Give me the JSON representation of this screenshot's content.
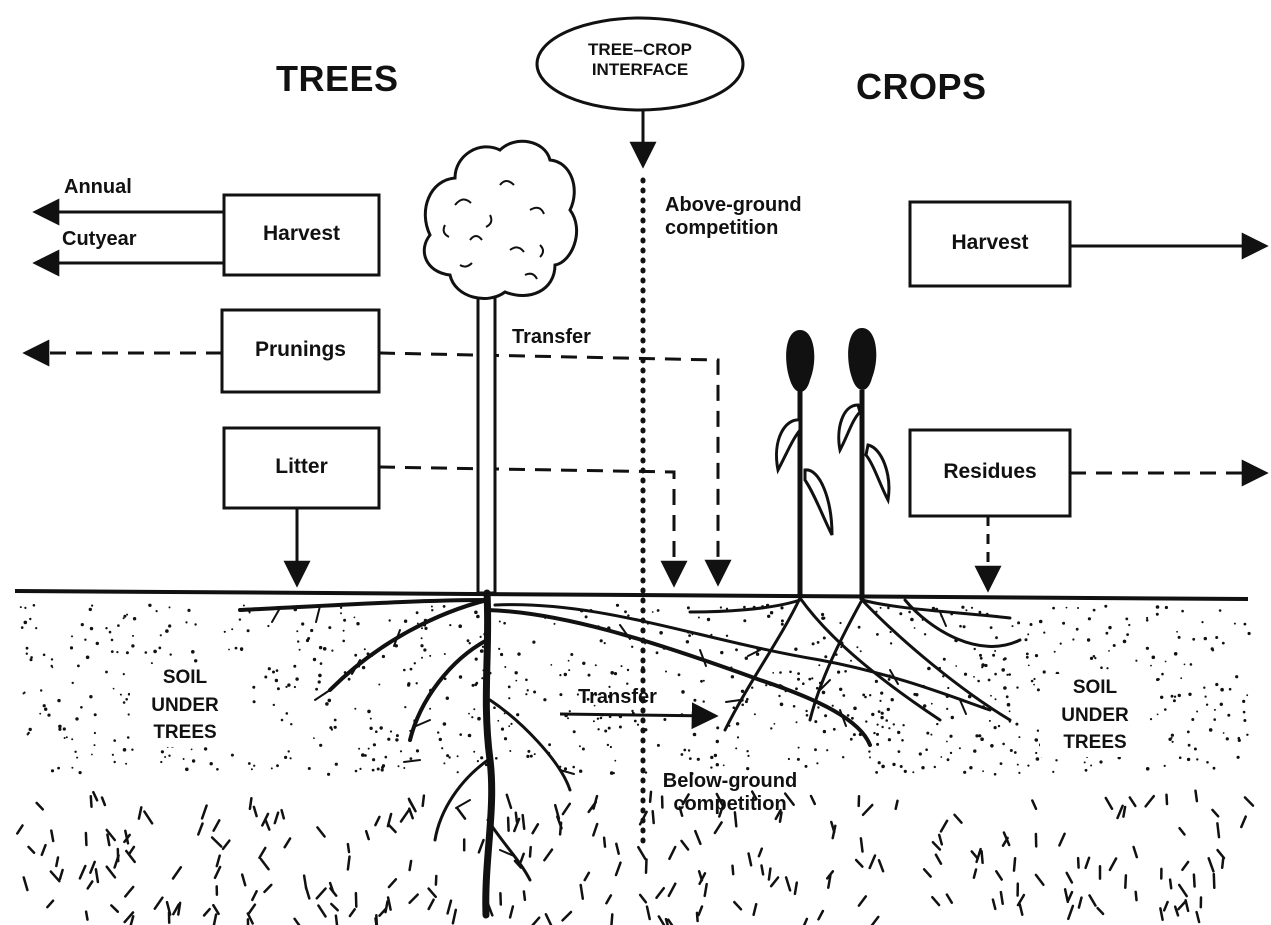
{
  "headings": {
    "trees": "TREES",
    "crops": "CROPS",
    "interface_line1": "TREE–CROP",
    "interface_line2": "INTERFACE"
  },
  "tree_outputs": {
    "harvest": "Harvest",
    "annual": "Annual",
    "cutyear": "Cutyear",
    "prunings": "Prunings",
    "litter": "Litter"
  },
  "crop_outputs": {
    "harvest": "Harvest",
    "residues": "Residues"
  },
  "flows": {
    "transfer_above": "Transfer",
    "transfer_below": "Transfer",
    "above_ground_line1": "Above-ground",
    "above_ground_line2": "competition",
    "below_ground_line1": "Below-ground",
    "below_ground_line2": "competition"
  },
  "soil": {
    "left_line1": "SOIL",
    "left_line2": "UNDER",
    "left_line3": "TREES",
    "right_line1": "SOIL",
    "right_line2": "UNDER",
    "right_line3": "TREES"
  },
  "colors": {
    "ink": "#111111",
    "background": "#ffffff"
  }
}
